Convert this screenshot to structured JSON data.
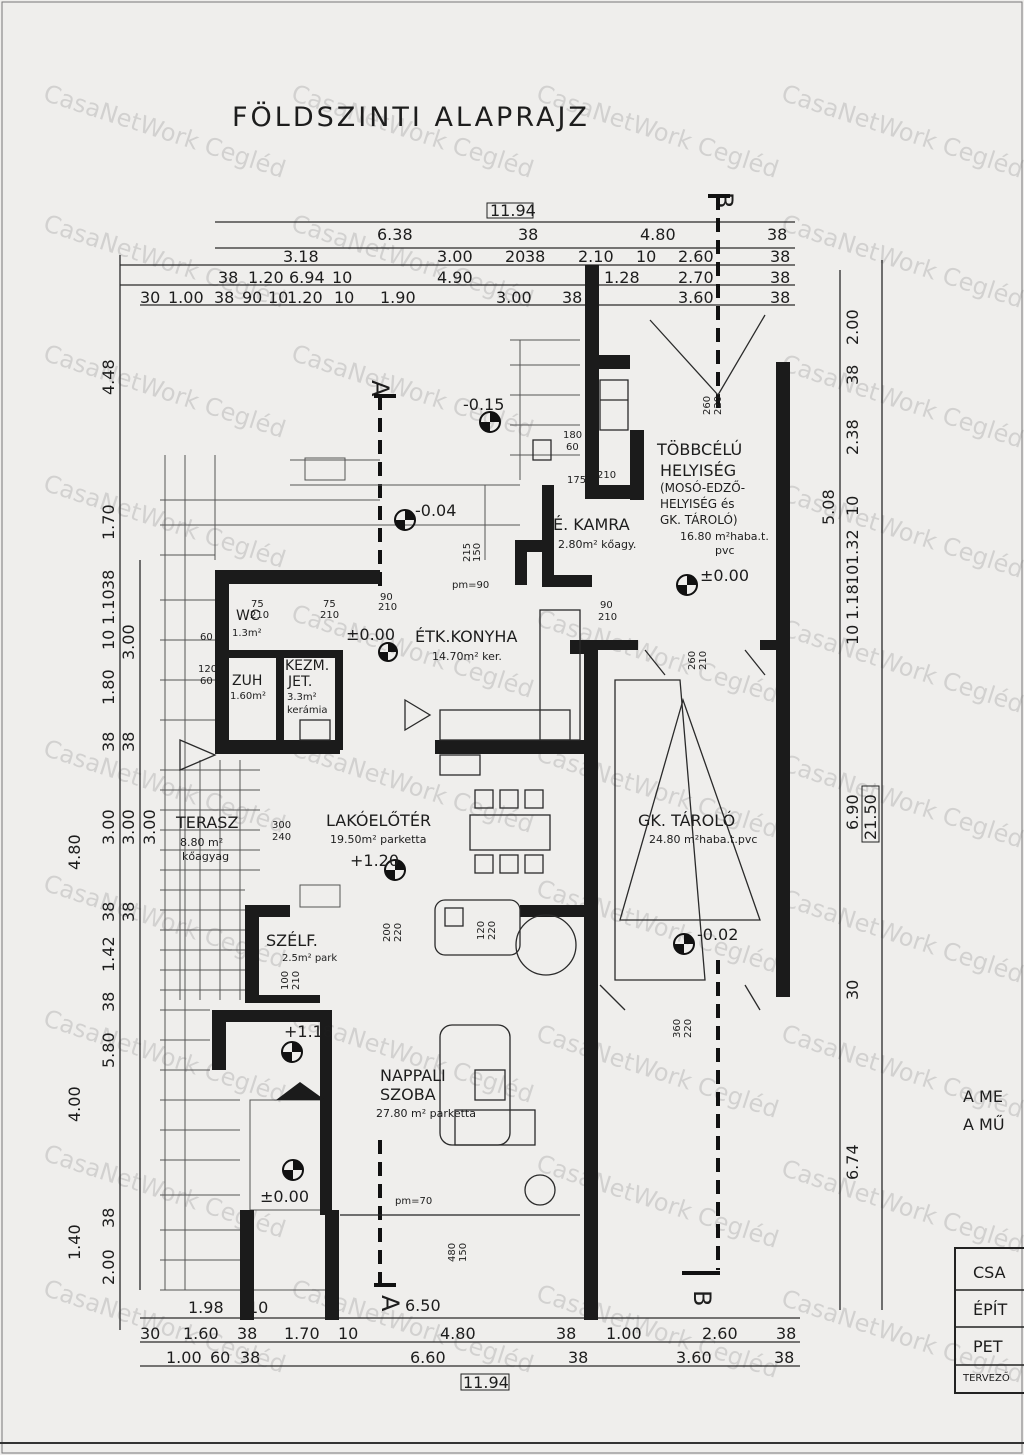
{
  "title": "FÖLDSZINTI ALAPRAJZ",
  "watermark": "CasaNetWork Cegléd",
  "section_labels": {
    "a": "A",
    "b": "B"
  },
  "top_dims": {
    "total": "11.94",
    "row1": [
      "6.38",
      "38",
      "4.80",
      "38"
    ],
    "row2": [
      "3.18",
      "3.00",
      "20",
      "38",
      "2.10",
      "10",
      "2.60",
      "38"
    ],
    "row3": [
      "38",
      "1.20",
      "6.94",
      "10",
      "4.90",
      "1.28",
      "2.70",
      "38"
    ],
    "row4": [
      "30",
      "1.00",
      "38",
      "90",
      "10",
      "1.20",
      "10",
      "1.90",
      "3.00",
      "38",
      "3.60",
      "38"
    ]
  },
  "bottom_dims": {
    "row1": [
      "1.98",
      "10"
    ],
    "row2": [
      "30",
      "1.60",
      "38",
      "1.70",
      "10",
      "4.80",
      "38",
      "1.00",
      "2.60",
      "38"
    ],
    "row3": [
      "1.00",
      "60",
      "38",
      "6.60",
      "38",
      "3.60",
      "38"
    ],
    "total": "11.94"
  },
  "left_dims": [
    "4.48",
    "1.70",
    "38",
    "1.10",
    "10",
    "3.00",
    "1.80",
    "38",
    "4.80",
    "3.00",
    "38",
    "1.42",
    "38",
    "5.80",
    "4.00",
    "1.40",
    "38",
    "2.00"
  ],
  "left_dims_inner": [
    "38",
    "3.00",
    "38",
    "3.00"
  ],
  "right_dims": [
    "2.00",
    "38",
    "2.38",
    "5.08",
    "10",
    "1.32",
    "10",
    "1.18",
    "10",
    "6.90",
    "21.50",
    "30",
    "6.74"
  ],
  "rooms": {
    "tobbcelu": {
      "l1": "TÖBBCÉLÚ",
      "l2": "HELYISÉG",
      "l3": "(MOSÓ-EDZŐ-",
      "l4": "HELYISÉG és",
      "l5": "GK. TÁROLÓ)",
      "l6": "16.80 m²haba.t.",
      "l7": "pvc"
    },
    "kamra": {
      "name": "É. KAMRA",
      "area": "2.80m² kőagy."
    },
    "wc": {
      "name": "WC",
      "area": "1.3m²"
    },
    "konyha": {
      "name": "ÉTK.KONYHA",
      "area": "14.70m² ker."
    },
    "zuh": {
      "name": "ZUH",
      "area": "1.60m²"
    },
    "kezm": {
      "l1": "KEZM.",
      "l2": "JET.",
      "area": "3.3m²",
      "floor": "kerámia"
    },
    "terasz": {
      "name": "TERASZ",
      "area": "8.80 m²",
      "floor": "kőagyag"
    },
    "lakoeloter": {
      "name": "LAKÓELŐTÉR",
      "area": "19.50m² parketta"
    },
    "gktarolo": {
      "name": "GK. TÁROLÓ",
      "area": "24.80 m²haba.t.pvc"
    },
    "szelf": {
      "name": "SZÉLF.",
      "area": "2.5m² park"
    },
    "nappali": {
      "l1": "NAPPALI",
      "l2": "SZOBA",
      "area": "27.80 m² parketta"
    }
  },
  "levels": [
    "-0.15",
    "-0.04",
    "±0.00",
    "±0.00",
    "+1.20",
    "+1.18",
    "±0.00",
    "-0.02",
    "6.50"
  ],
  "door_marks": [
    "260",
    "220",
    "180",
    "60",
    "175",
    "210",
    "215",
    "150",
    "pm=90",
    "90",
    "210",
    "75",
    "210",
    "75",
    "210",
    "60",
    "120",
    "60",
    "90",
    "210",
    "260",
    "210",
    "300",
    "240",
    "200",
    "220",
    "120",
    "220",
    "100",
    "210",
    "360",
    "220",
    "pm=70",
    "480",
    "150"
  ],
  "side_text": {
    "l1": "A ME",
    "l2": "A MŰ"
  },
  "title_block": {
    "r1": "CSA",
    "r2": "ÉPÍT",
    "r3": "PET",
    "r4": "TERVEZŐ"
  }
}
